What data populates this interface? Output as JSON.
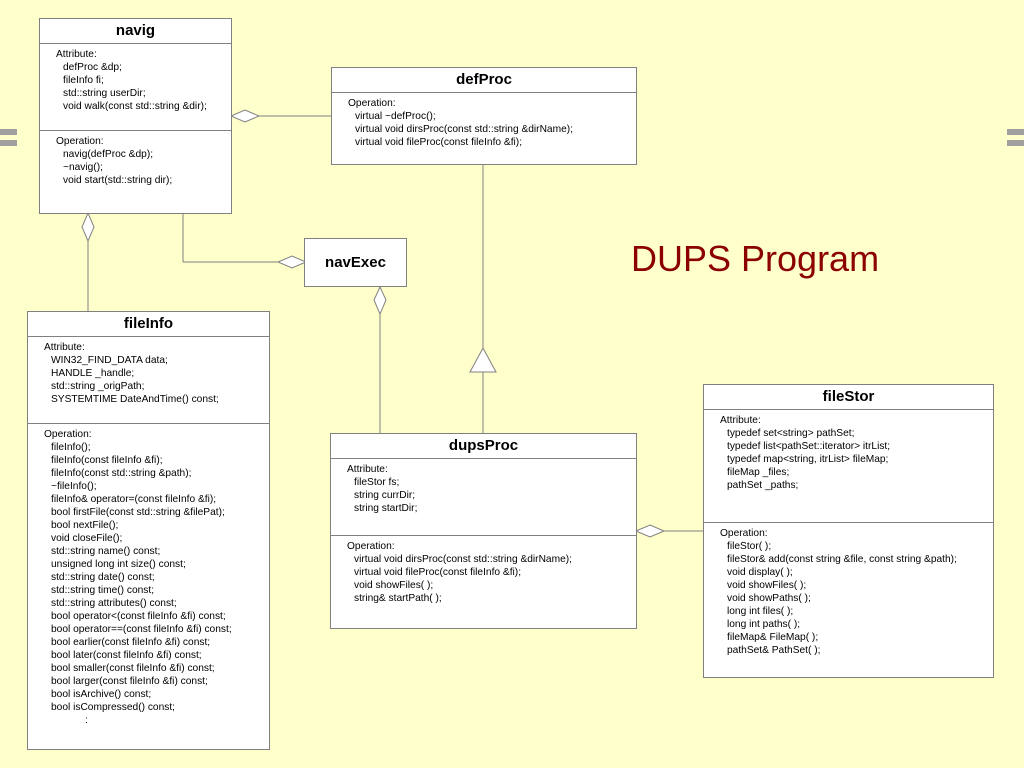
{
  "title": "DUPS Program",
  "classes": {
    "navig": {
      "name": "navig",
      "attr_label": "Attribute:",
      "attributes": [
        "defProc &dp;",
        "fileInfo fi;",
        "std::string userDir;",
        "void walk(const std::string &dir);"
      ],
      "op_label": "Operation:",
      "operations": [
        "navig(defProc &dp);",
        "~navig();",
        "void start(std::string dir);"
      ]
    },
    "defProc": {
      "name": "defProc",
      "op_label": "Operation:",
      "operations": [
        "virtual ~defProc();",
        "virtual void dirsProc(const std::string &dirName);",
        "virtual void fileProc(const fileInfo &fi);"
      ]
    },
    "navExec": {
      "name": "navExec"
    },
    "fileInfo": {
      "name": "fileInfo",
      "attr_label": "Attribute:",
      "attributes": [
        "WIN32_FIND_DATA data;",
        "HANDLE _handle;",
        "std::string _origPath;",
        "SYSTEMTIME DateAndTime() const;"
      ],
      "op_label": "Operation:",
      "operations": [
        "fileInfo();",
        "fileInfo(const fileInfo &fi);",
        "fileInfo(const std::string &path);",
        "~fileInfo();",
        "fileInfo& operator=(const fileInfo &fi);",
        "bool firstFile(const std::string &filePat);",
        "bool nextFile();",
        "void closeFile();",
        "std::string name() const;",
        "unsigned long int size() const;",
        "std::string date() const;",
        "std::string time() const;",
        "std::string attributes() const;",
        "bool operator<(const fileInfo &fi) const;",
        "bool operator==(const fileInfo &fi) const;",
        "bool earlier(const fileInfo &fi) const;",
        "bool later(const fileInfo &fi) const;",
        "bool smaller(const fileInfo &fi) const;",
        "bool larger(const fileInfo &fi) const;",
        "bool isArchive() const;",
        "bool isCompressed() const;",
        "            :"
      ]
    },
    "dupsProc": {
      "name": "dupsProc",
      "attr_label": "Attribute:",
      "attributes": [
        "fileStor fs;",
        "string currDir;",
        "string startDir;"
      ],
      "op_label": "Operation:",
      "operations": [
        "virtual void dirsProc(const std::string &dirName);",
        "virtual void fileProc(const fileInfo &fi);",
        "void showFiles( );",
        "string& startPath( );"
      ]
    },
    "fileStor": {
      "name": "fileStor",
      "attr_label": "Attribute:",
      "attributes": [
        "typedef set<string> pathSet;",
        "typedef list<pathSet::iterator> itrList;",
        "typedef map<string, itrList> fileMap;",
        "fileMap _files;",
        "pathSet _paths;"
      ],
      "op_label": "Operation:",
      "operations": [
        "fileStor( );",
        "fileStor& add(const string &file, const string &path);",
        "void display( );",
        "void showFiles( );",
        "void showPaths( );",
        "long int files( );",
        "long int paths( );",
        "fileMap& FileMap( );",
        "pathSet& PathSet( );"
      ]
    }
  },
  "colors": {
    "background": "#ffffcc",
    "title": "#8b0000",
    "border": "#808080"
  }
}
